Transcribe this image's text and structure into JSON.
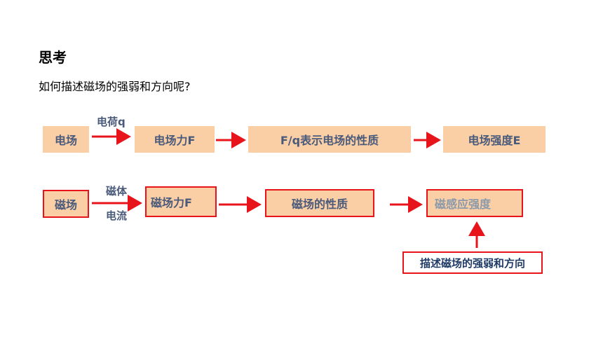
{
  "heading": "思考",
  "question": "如何描述磁场的强弱和方向呢?",
  "row1": {
    "box1": "电场",
    "arrow1_label": "电荷q",
    "box2": "电场力F",
    "box3": "F/q表示电场的性质",
    "box4": "电场强度E"
  },
  "row2": {
    "box1": "磁场",
    "arrow1_label_top": "磁体",
    "arrow1_label_bottom": "电流",
    "box2": "磁场力F",
    "box3": "磁场的性质",
    "box4": "磁感应强度"
  },
  "note": "描述磁场的强弱和方向",
  "colors": {
    "box_fill": "#fbcfa6",
    "arrow": "#e8141b",
    "box_text": "#4a5a7a"
  }
}
